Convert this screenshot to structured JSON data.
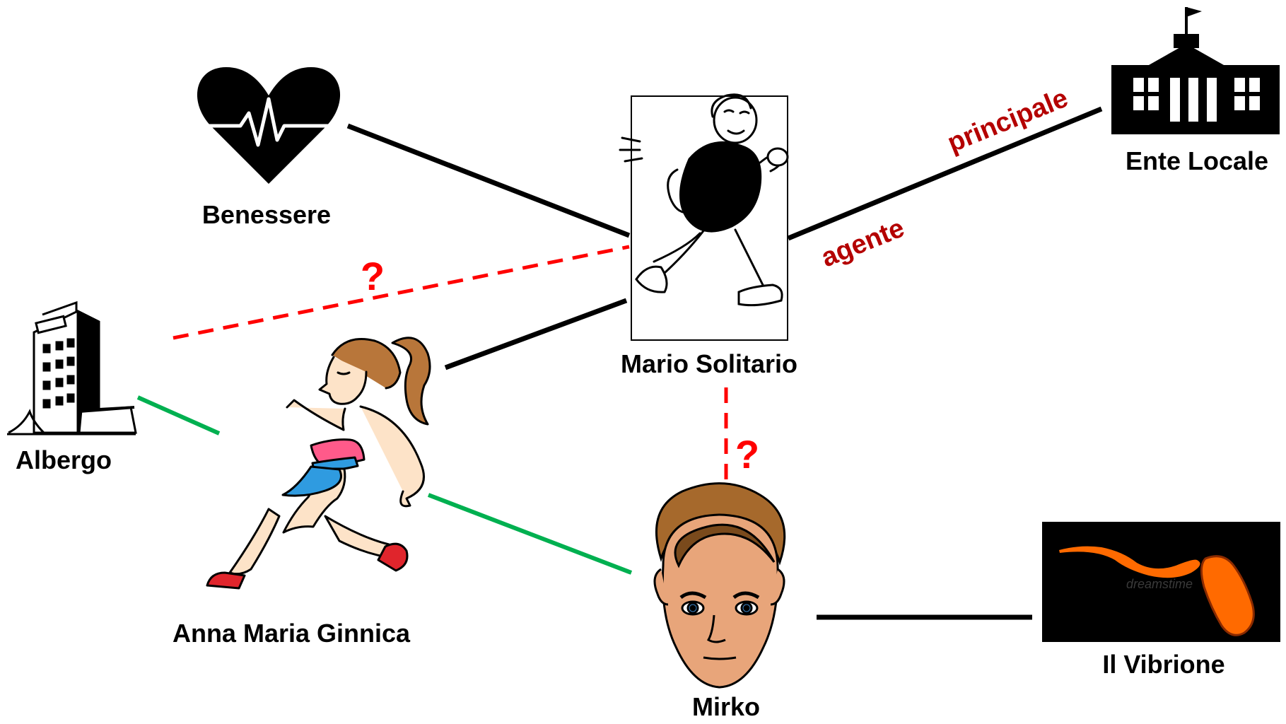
{
  "nodes": {
    "benessere": {
      "label": "Benessere",
      "icon": "heart-pulse-icon"
    },
    "ente_locale": {
      "label": "Ente Locale",
      "icon": "government-building-icon"
    },
    "mario": {
      "label": "Mario Solitario",
      "icon": "runner-man-icon"
    },
    "albergo": {
      "label": "Albergo",
      "icon": "hotel-icon"
    },
    "anna": {
      "label": "Anna Maria Ginnica",
      "icon": "runner-woman-icon"
    },
    "mirko": {
      "label": "Mirko",
      "icon": "face-icon"
    },
    "vibrione": {
      "label": "Il Vibrione",
      "icon": "bacterium-icon",
      "watermark": "dreamstime"
    }
  },
  "edges": {
    "principale": "principale",
    "agente": "agente",
    "question_mark": "?"
  },
  "colors": {
    "solid": "#000000",
    "uncertain": "#ff0000",
    "positive": "#00b050",
    "role_label": "#b40000",
    "vibrione_background": "#000000",
    "vibrione_body": "#ff6a00"
  }
}
